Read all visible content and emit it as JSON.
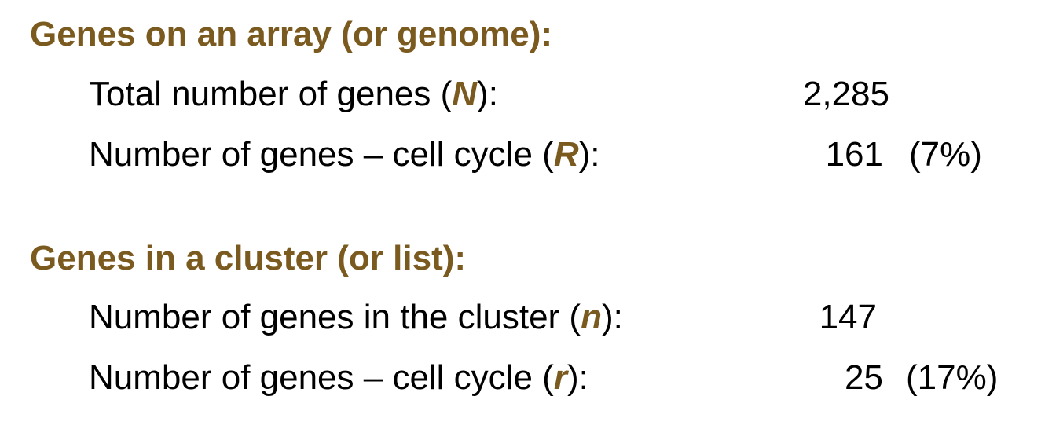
{
  "colors": {
    "accent": "#7a5a1e",
    "text": "#000000",
    "background": "#ffffff"
  },
  "array": {
    "heading": "Genes on an array (or genome):",
    "total": {
      "label_pre": "Total number of genes (",
      "var": "N",
      "label_post": "):",
      "value": "2,285"
    },
    "cell_cycle": {
      "label_pre": "Number of genes – cell cycle (",
      "var": "R",
      "label_post": "):",
      "value": "161",
      "percent": "(7%)"
    }
  },
  "cluster": {
    "heading": "Genes in a cluster (or list):",
    "total": {
      "label_pre": "Number of genes in the cluster (",
      "var": "n",
      "label_post": "):",
      "value": "147"
    },
    "cell_cycle": {
      "label_pre": "Number of genes – cell cycle (",
      "var": "r",
      "label_post": "):",
      "value": "25",
      "percent": "(17%)"
    }
  }
}
